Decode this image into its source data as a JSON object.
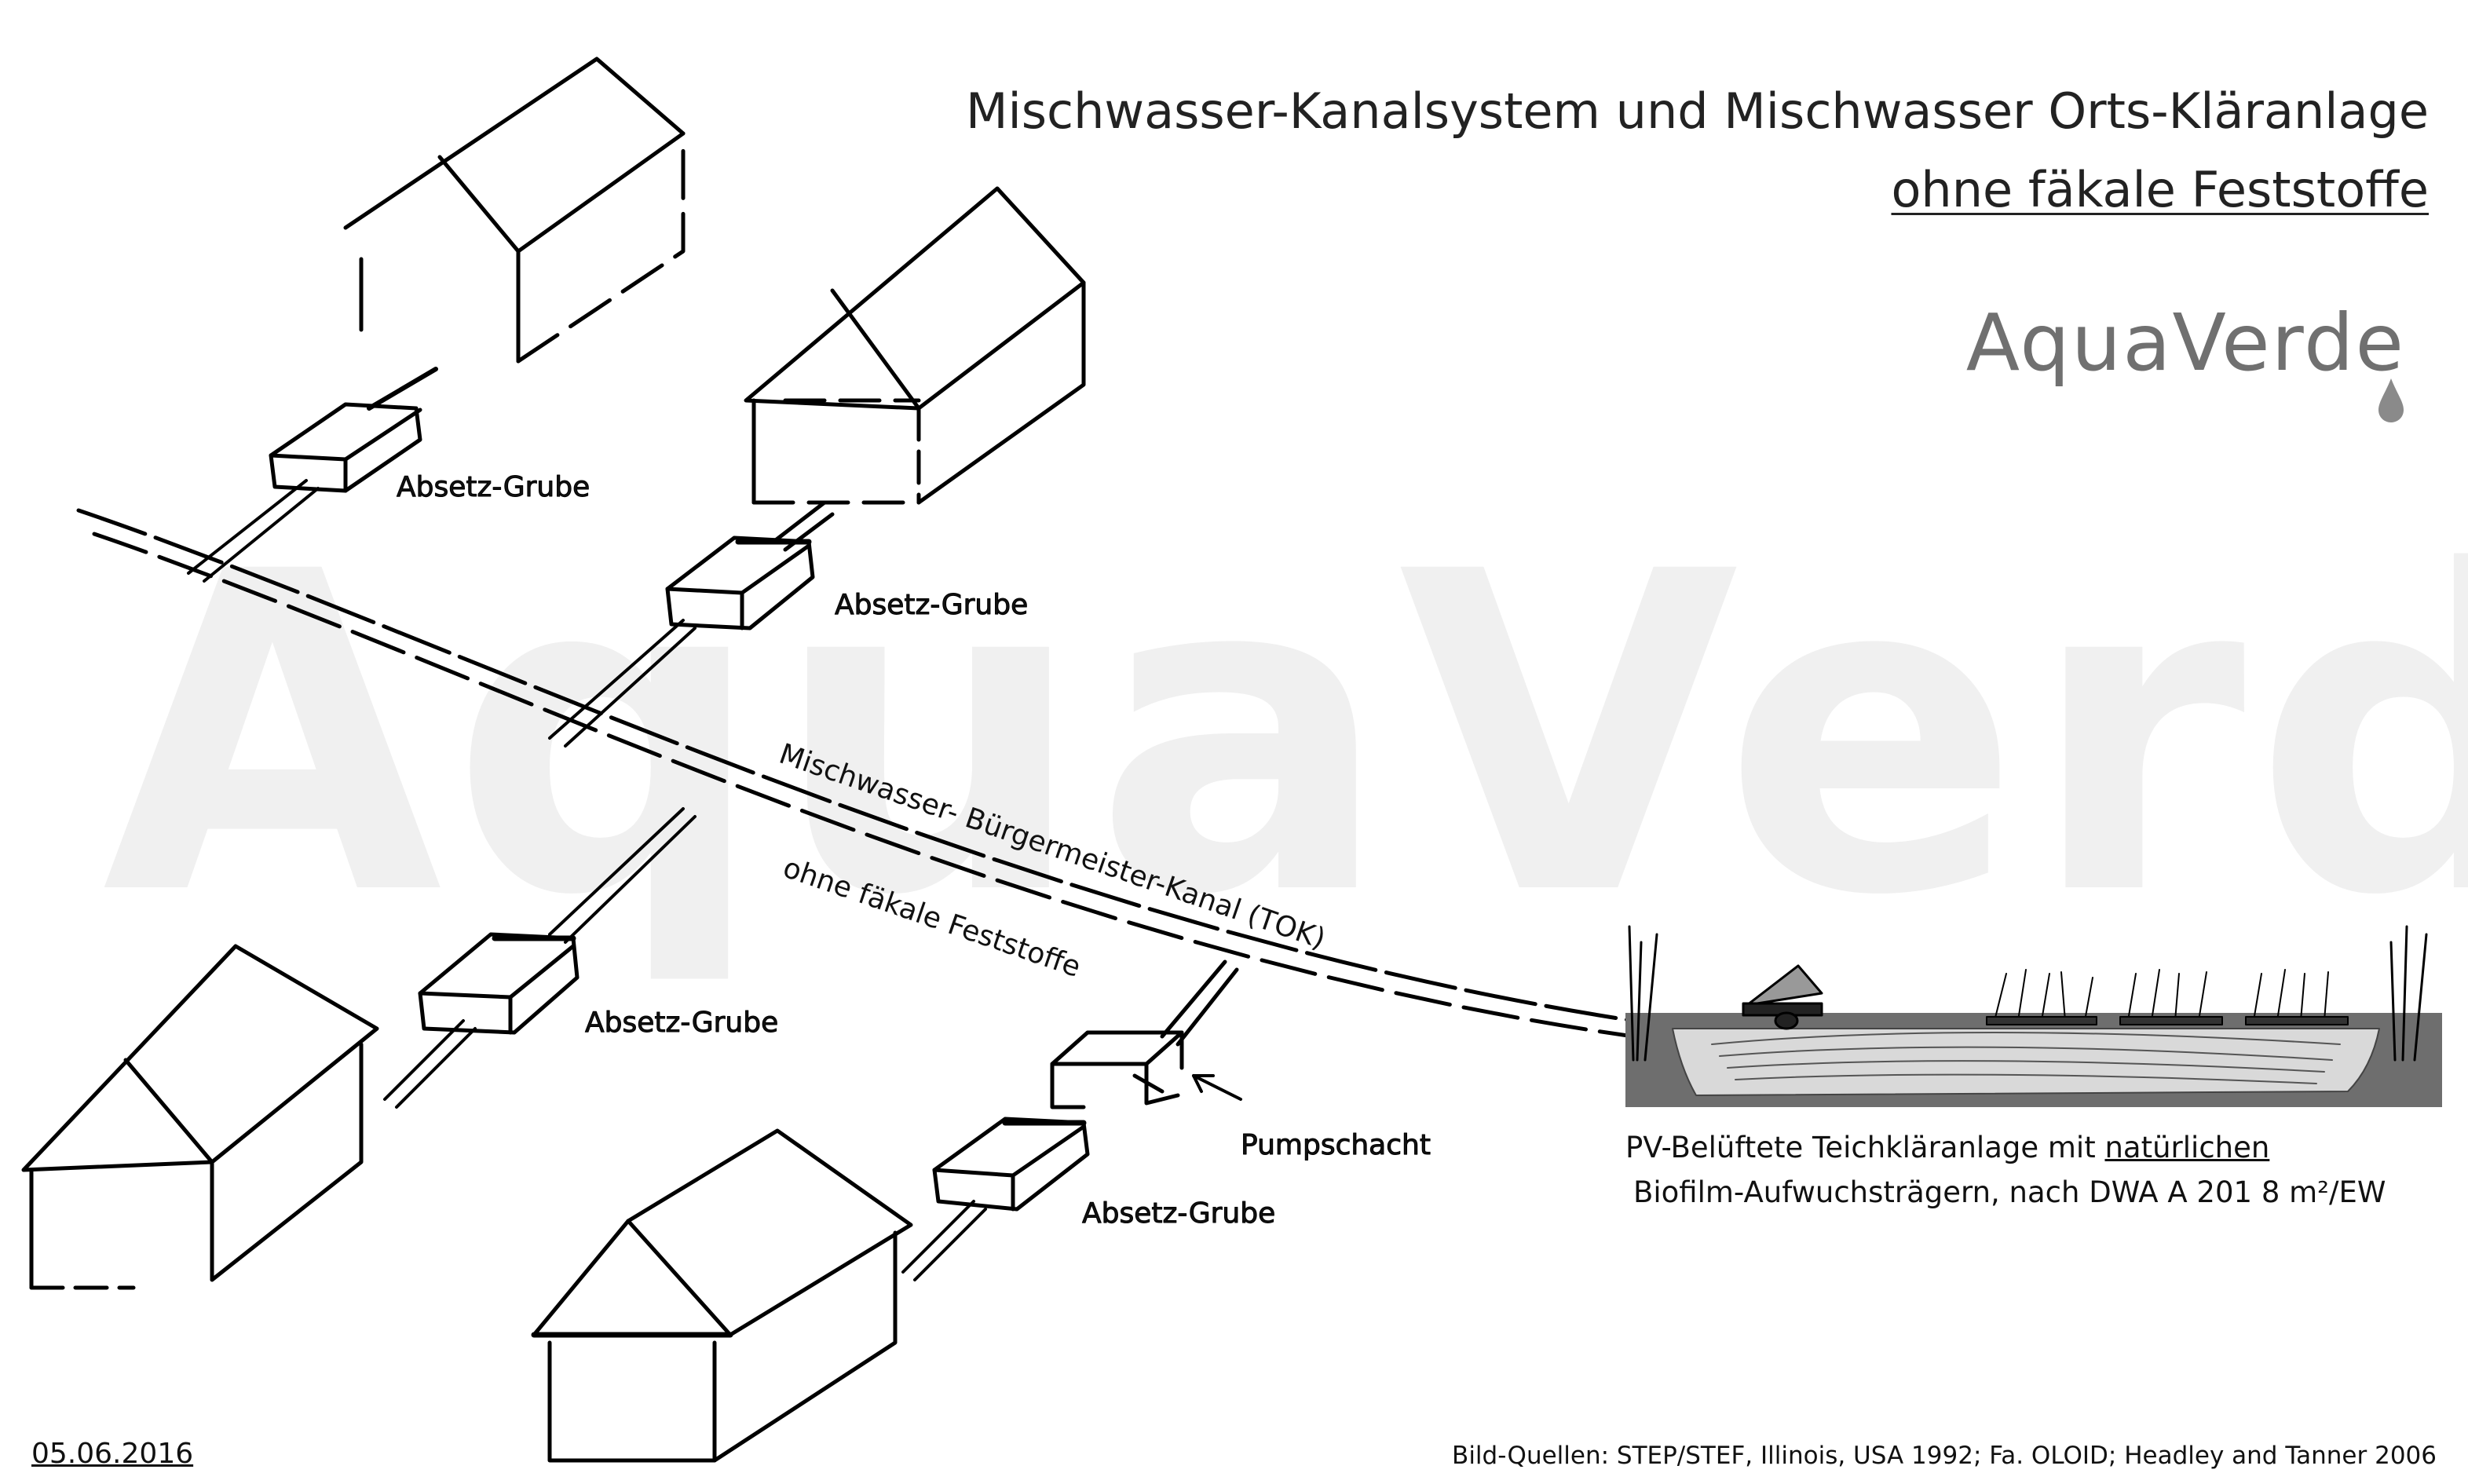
{
  "title": {
    "line1": "Mischwasser-Kanalsystem und Mischwasser Orts-Kläranlage",
    "line2": "ohne fäkale Feststoffe"
  },
  "brand": {
    "name": "AquaVerde",
    "watermark": "AquaVerde",
    "color": "#707070"
  },
  "labels": {
    "grube1": "Absetz-Grube",
    "grube2": "Absetz-Grube",
    "grube3": "Absetz-Grube",
    "grube4": "Absetz-Grube",
    "kanal": "Mischwasser-  Bürgermeister-Kanal (TOK)",
    "kanal_sub": "ohne fäkale Feststoffe",
    "pumpschacht": "Pumpschacht"
  },
  "pond": {
    "caption_prefix": "PV-Belüftete Teichkläranlage mit ",
    "caption_underlined": "natürlichen",
    "caption_line2": "Biofilm-Aufwuchsträgern, nach DWA A 201 8 m²/EW"
  },
  "footer": {
    "date": "05.06.2016",
    "credits": "Bild-Quellen: STEP/STEF, Illinois, USA 1992; Fa. OLOID; Headley and Tanner 2006"
  }
}
